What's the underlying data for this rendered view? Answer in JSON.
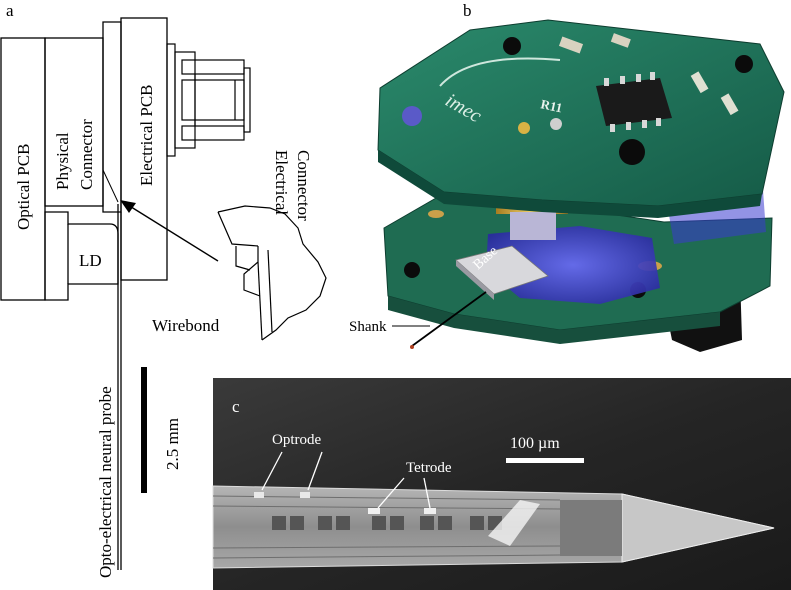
{
  "panels": {
    "a": {
      "letter": "a",
      "labels": {
        "optical_pcb": "Optical PCB",
        "physical_connector_line1": "Physical",
        "physical_connector_line2": "Connector",
        "electrical_pcb": "Electrical PCB",
        "electrical_connector_line1": "Electrical",
        "electrical_connector_line2": "Connector",
        "ld": "LD",
        "wirebond": "Wirebond",
        "probe": "Opto-electrical neural probe",
        "scale": "2.5 mm"
      }
    },
    "b": {
      "letter": "b",
      "labels": {
        "base": "Base",
        "shank": "Shank",
        "pcb_text_brand": "imec",
        "pcb_text_ref": "R11"
      }
    },
    "c": {
      "letter": "c",
      "labels": {
        "optrode": "Optrode",
        "tetrode": "Tetrode",
        "scale": "100 µm"
      }
    }
  },
  "colors": {
    "line": "#000000",
    "pcb_green": "#1d6b55",
    "pcb_dark": "#0f4a3a",
    "chip_black": "#1a1a1a",
    "gold": "#d9b040",
    "blue_glow": "#3a3ad0",
    "micro_bg": "#2b2b2b",
    "micro_probe": "#9a9a9a",
    "micro_tip": "#c4c4c4"
  }
}
